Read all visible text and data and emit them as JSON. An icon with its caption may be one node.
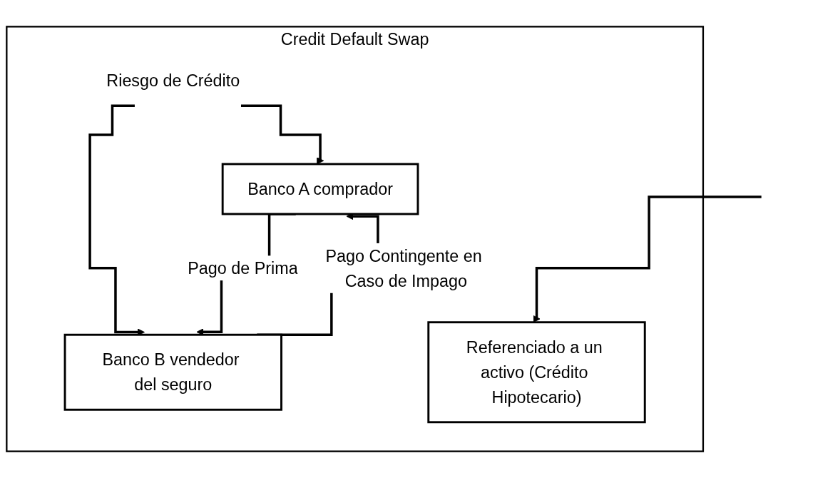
{
  "diagram": {
    "nodes": [
      {
        "text": [
          "Credit Default Swap"
        ]
      },
      {
        "text": [
          "Riesgo de Crédito"
        ],
        "in": 0
      },
      {
        "text": [
          "Banco A comprador"
        ],
        "in": 0
      },
      {
        "text": [
          "Banco B vendedor del seguro"
        ],
        "in": 0
      },
      {
        "text": [
          "Referenciado a un activo (Crédito Hipotecario)"
        ],
        "in": 0
      }
    ],
    "edges": [
      {
        "from": 1,
        "to": 2,
        "arrow": "to"
      },
      {
        "from": 1,
        "to": 3,
        "arrow": "to"
      },
      {
        "from": 2,
        "to": 3,
        "arrow": "to",
        "label": "Pago de Prima"
      },
      {
        "from": 3,
        "to": 2,
        "arrow": "to",
        "label": "Pago Contingente en Caso de Impago"
      },
      {
        "from": null,
        "to": 4,
        "arrow": "to"
      }
    ]
  }
}
